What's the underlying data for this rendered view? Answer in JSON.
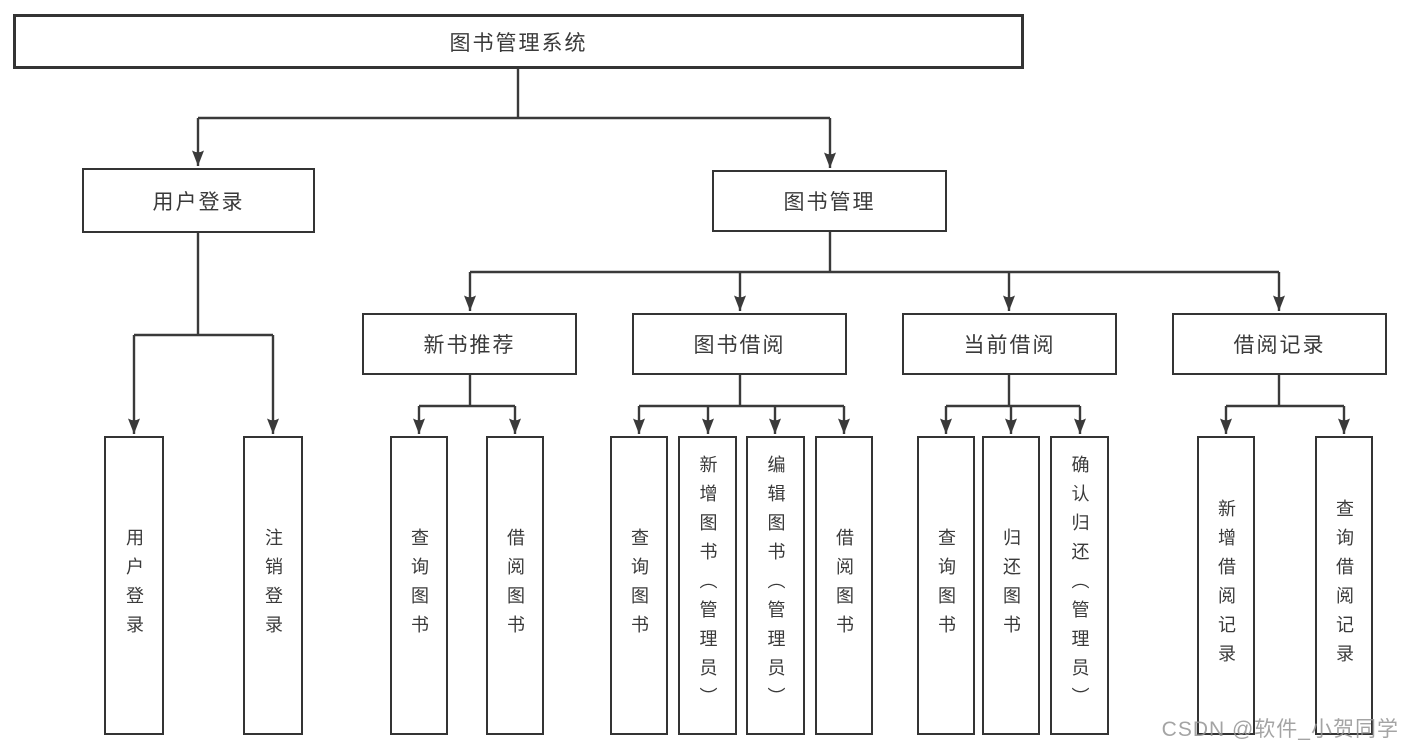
{
  "diagram": {
    "title_node": "图书管理系统",
    "nodes": {
      "root": "图书管理系统",
      "user_login": "用户登录",
      "book_mgmt": "图书管理",
      "new_book_rec": "新书推荐",
      "book_borrow": "图书借阅",
      "current_borrow": "当前借阅",
      "borrow_records": "借阅记录",
      "ul_user_login": "用户登录",
      "ul_logout": "注销登录",
      "nb_query_books": "查询图书",
      "nb_borrow_books": "借阅图书",
      "bb_query_books": "查询图书",
      "bb_add_books": "新增图书（管理员）",
      "bb_edit_books": "编辑图书（管理员）",
      "bb_borrow_books": "借阅图书",
      "cb_query_books": "查询图书",
      "cb_return_books": "归还图书",
      "cb_confirm_return": "确认归还（管理员）",
      "br_add_record": "新增借阅记录",
      "br_query_record": "查询借阅记录"
    },
    "colors": {
      "line": "#3a3a3a",
      "border": "#343434",
      "text": "#3a3a3a",
      "box_fill": "#ffffff",
      "watermark": "#949494"
    }
  },
  "watermark": {
    "text": "CSDN @软件_小贺同学"
  }
}
